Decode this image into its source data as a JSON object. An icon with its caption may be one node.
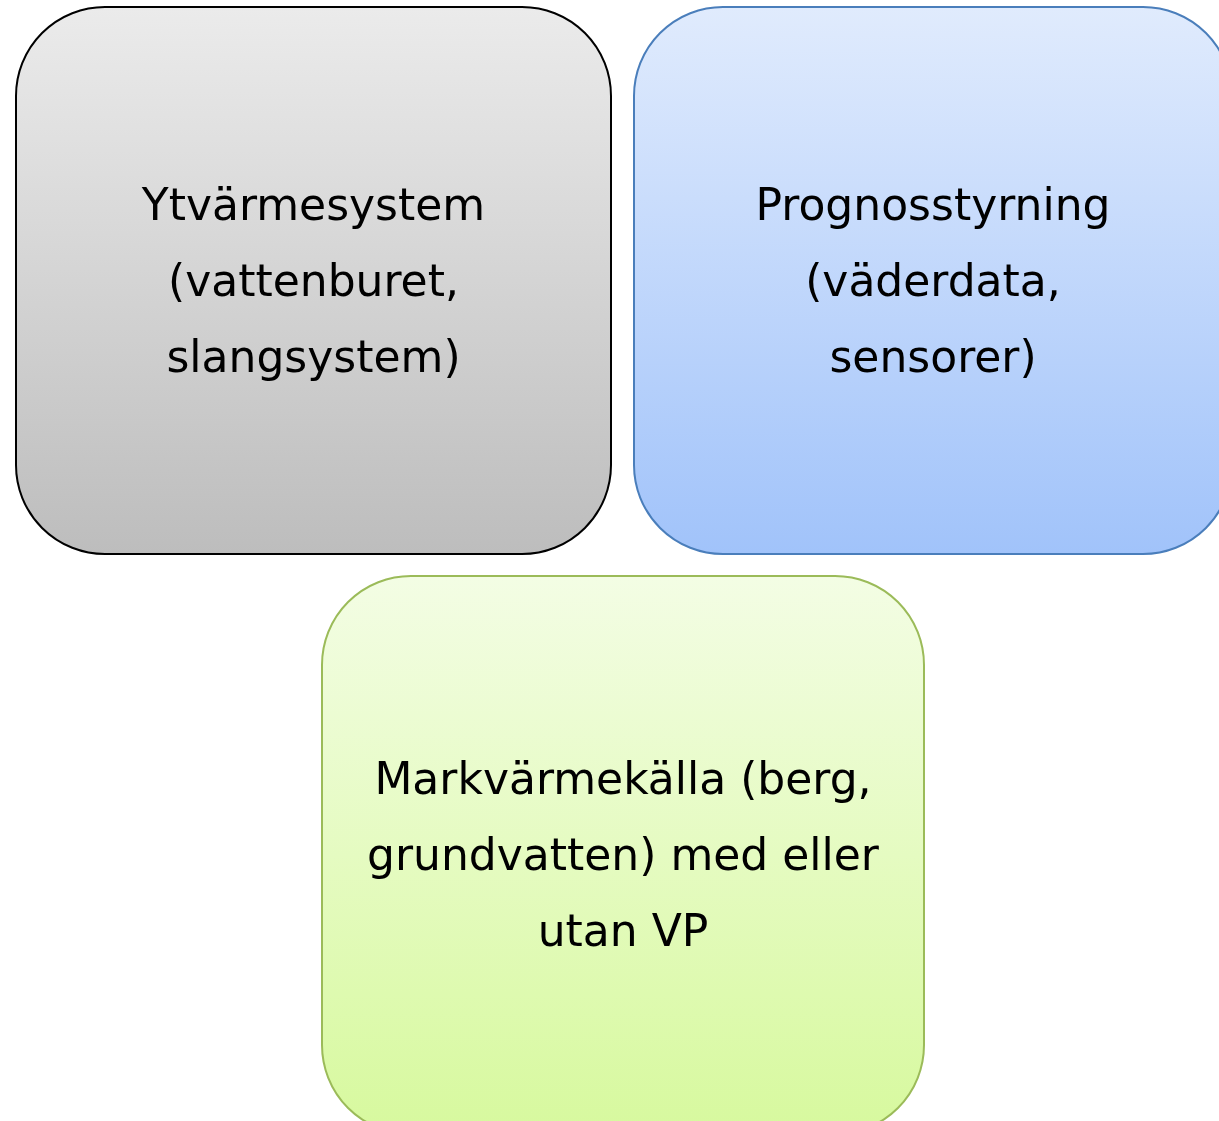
{
  "diagram": {
    "nodes": [
      {
        "text": [
          "Ytvärmesystem (vattenburet, slangsystem)"
        ]
      },
      {
        "text": [
          "Prognosstyrning (väderdata, sensorer)"
        ]
      },
      {
        "text": [
          "Markvärmekälla (berg, grundvatten) med eller utan VP"
        ]
      }
    ]
  }
}
